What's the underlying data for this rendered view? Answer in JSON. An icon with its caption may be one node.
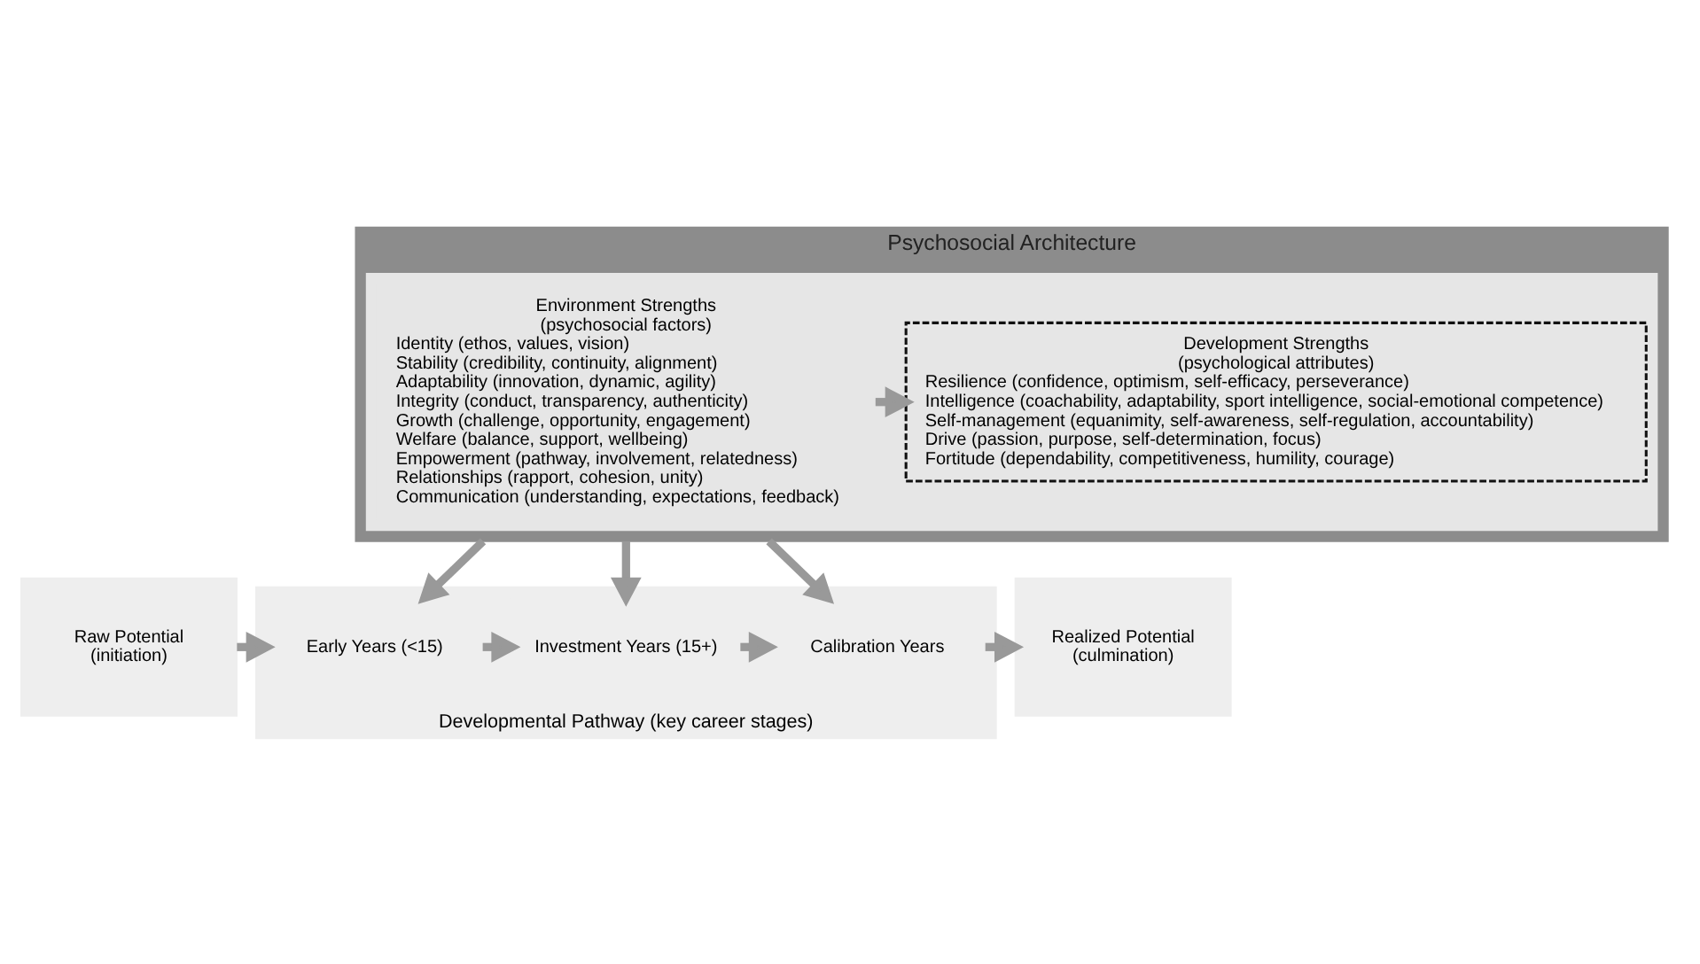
{
  "diagram": {
    "nodes": [
      {
        "text": [
          "Psychosocial Architecture"
        ]
      },
      {
        "text": [],
        "shape": "box",
        "in": 0
      },
      {
        "text": [
          "Environment Strengths",
          "(psychosocial factors)",
          "Identity (ethos, values, vision)",
          "Stability (credibility, continuity, alignment)",
          "Adaptability (innovation, dynamic, agility)",
          "Integrity (conduct, transparency, authenticity)",
          "Growth (challenge, opportunity, engagement)",
          "Welfare (balance, support, wellbeing)",
          "Empowerment (pathway, involvement, relatedness)",
          "Relationships (rapport, cohesion, unity)",
          "Communication (understanding, expectations, feedback)"
        ],
        "in": 1
      },
      {
        "text": [
          "Development Strengths",
          "(psychological attributes)",
          "Resilience (confidence, optimism, self-efficacy, perseverance)",
          "Intelligence (coachability, adaptability, sport intelligence, social-emotional competence)",
          "Self-management (equanimity, self-awareness, self-regulation, accountability)",
          "Drive (passion, purpose, self-determination, focus)",
          "Fortitude (dependability, competitiveness, humility, courage)"
        ],
        "in": 1
      },
      {
        "text": [
          "Raw Potential",
          "(initiation)"
        ]
      },
      {
        "text": [
          "Developmental Pathway (key career stages)"
        ]
      },
      {
        "text": [
          "Early Years (<15)"
        ],
        "in": 5
      },
      {
        "text": [
          "Investment Years (15+)"
        ],
        "in": 5
      },
      {
        "text": [
          "Calibration Years"
        ],
        "in": 5
      },
      {
        "text": [
          "Realized Potential",
          "(culmination)"
        ]
      }
    ],
    "edges": [
      {
        "from": 2,
        "to": 3,
        "arrow": "to"
      },
      {
        "from": 0,
        "to": 6,
        "arrow": "to"
      },
      {
        "from": 0,
        "to": 7,
        "arrow": "to"
      },
      {
        "from": 0,
        "to": 8,
        "arrow": "to"
      },
      {
        "from": 4,
        "to": 6,
        "arrow": "to"
      },
      {
        "from": 6,
        "to": 7,
        "arrow": "to"
      },
      {
        "from": 7,
        "to": 8,
        "arrow": "to"
      },
      {
        "from": 8,
        "to": 9,
        "arrow": "to"
      }
    ]
  }
}
